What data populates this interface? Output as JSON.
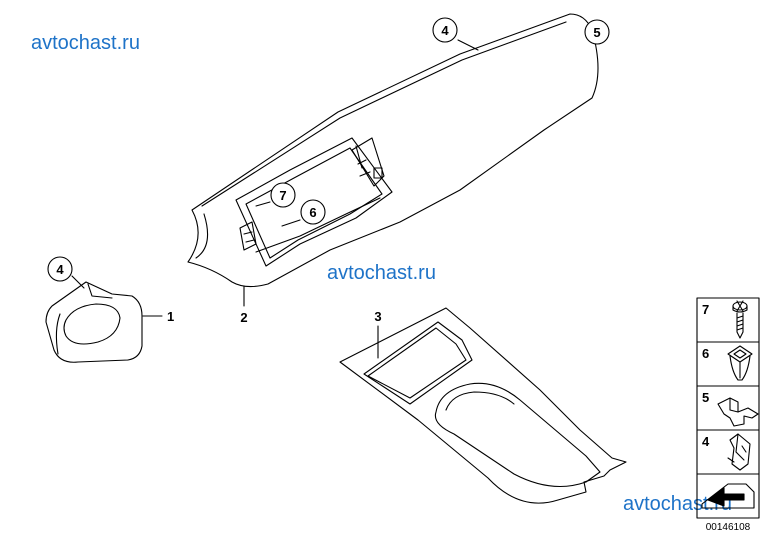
{
  "watermarks": [
    "avtochast.ru",
    "avtochast.ru",
    "avtochast.ru"
  ],
  "callouts": {
    "c4_top": "4",
    "c5_top": "5",
    "c7_main": "7",
    "c6_main": "6",
    "c4_left": "4",
    "n1": "1",
    "n2": "2",
    "n3": "3"
  },
  "legend": {
    "items": [
      {
        "num": "7",
        "icon": "screw-icon"
      },
      {
        "num": "6",
        "icon": "expanding-nut-icon"
      },
      {
        "num": "5",
        "icon": "bracket-clip-icon"
      },
      {
        "num": "4",
        "icon": "spring-clip-icon"
      }
    ],
    "arrow_icon": "direction-arrow-icon"
  },
  "diagram_code": "00146108",
  "colors": {
    "watermark": "#1e73c8",
    "line": "#000000"
  }
}
